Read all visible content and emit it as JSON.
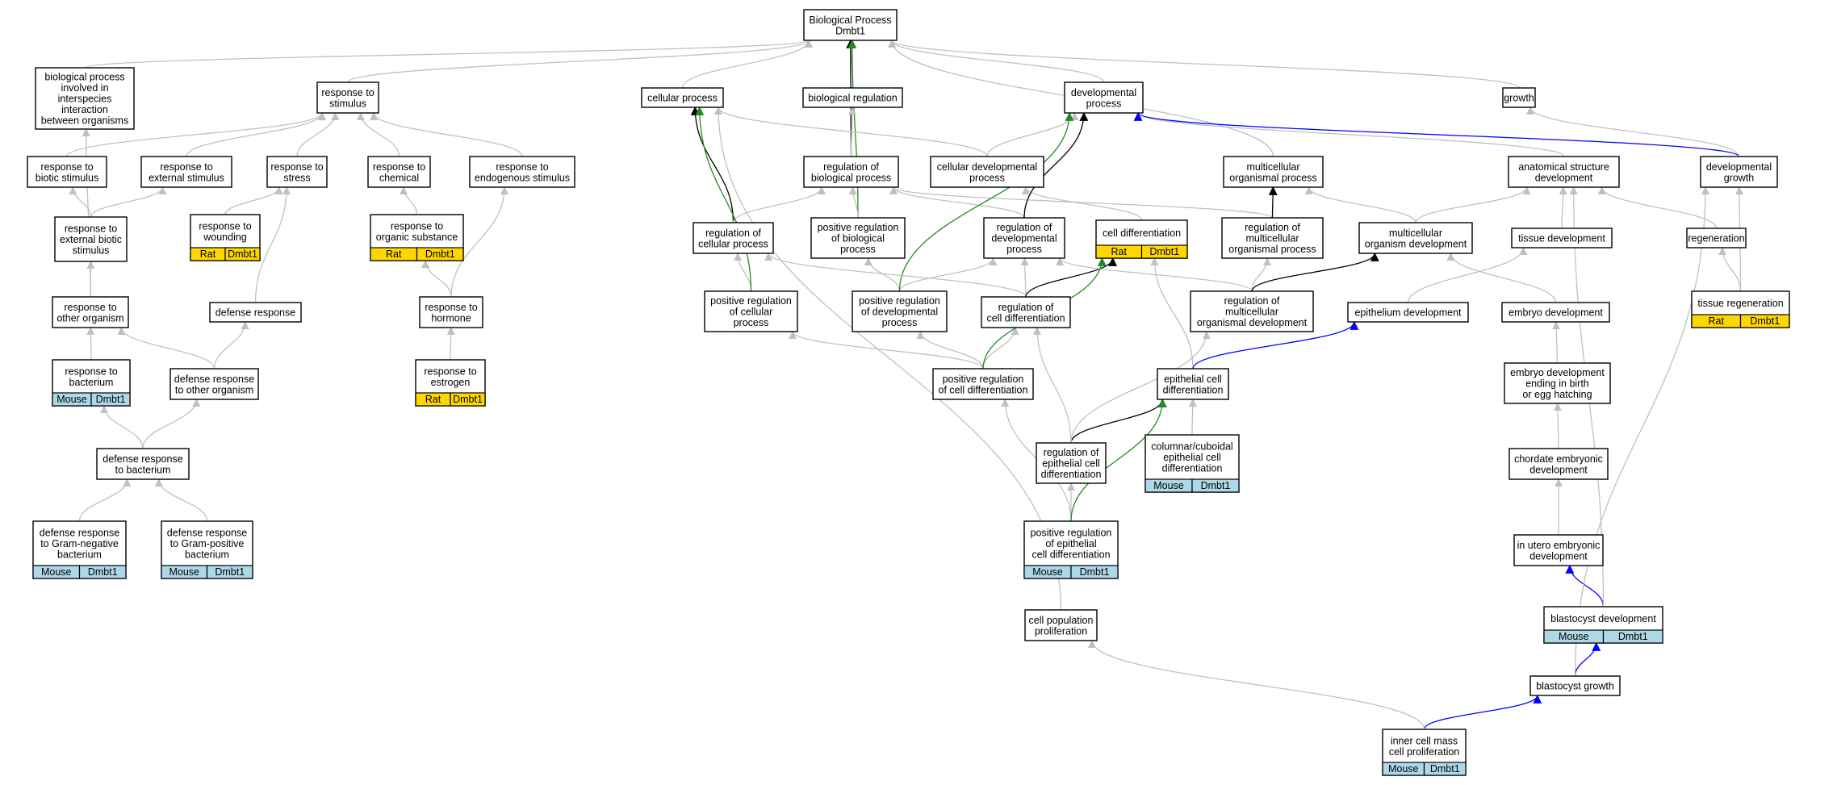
{
  "colors": {
    "rat": "#FFD700",
    "mouse": "#ADD8E6",
    "edge_default": "#C0C0C0",
    "edge_is_a_black": "#000000",
    "edge_positive": "#228B22",
    "edge_blue": "#0000FF",
    "node_border": "#000000",
    "node_fill": "#FFFFFF"
  },
  "nodes": [
    {
      "id": "bp",
      "lines": [
        "Biological Process",
        "Dmbt1"
      ]
    },
    {
      "id": "bpii",
      "lines": [
        "biological process",
        "involved in",
        "interspecies",
        "interaction",
        "between organisms"
      ]
    },
    {
      "id": "rts",
      "lines": [
        "response to",
        "stimulus"
      ]
    },
    {
      "id": "cp",
      "lines": [
        "cellular process"
      ]
    },
    {
      "id": "breg",
      "lines": [
        "biological regulation"
      ]
    },
    {
      "id": "dp",
      "lines": [
        "developmental",
        "process"
      ]
    },
    {
      "id": "growth",
      "lines": [
        "growth"
      ]
    },
    {
      "id": "rbs",
      "lines": [
        "response to",
        "biotic stimulus"
      ]
    },
    {
      "id": "res",
      "lines": [
        "response to",
        "external stimulus"
      ]
    },
    {
      "id": "rstress",
      "lines": [
        "response to",
        "stress"
      ]
    },
    {
      "id": "rchem",
      "lines": [
        "response to",
        "chemical"
      ]
    },
    {
      "id": "rendo",
      "lines": [
        "response to",
        "endogenous stimulus"
      ]
    },
    {
      "id": "rbp",
      "lines": [
        "regulation of",
        "biological process"
      ]
    },
    {
      "id": "cdp",
      "lines": [
        "cellular developmental",
        "process"
      ]
    },
    {
      "id": "mop",
      "lines": [
        "multicellular",
        "organismal process"
      ]
    },
    {
      "id": "asd",
      "lines": [
        "anatomical structure",
        "development"
      ]
    },
    {
      "id": "dg",
      "lines": [
        "developmental",
        "growth"
      ]
    },
    {
      "id": "rwound",
      "lines": [
        "response to",
        "wounding"
      ],
      "annot": [
        "Rat",
        "Dmbt1"
      ],
      "species": "rat"
    },
    {
      "id": "rebs",
      "lines": [
        "response to",
        "external biotic",
        "stimulus"
      ]
    },
    {
      "id": "ros",
      "lines": [
        "response to",
        "organic substance"
      ],
      "annot": [
        "Rat",
        "Dmbt1"
      ],
      "species": "rat"
    },
    {
      "id": "rcp",
      "lines": [
        "regulation of",
        "cellular process"
      ]
    },
    {
      "id": "prbp",
      "lines": [
        "positive regulation",
        "of biological",
        "process"
      ]
    },
    {
      "id": "rdp",
      "lines": [
        "regulation of",
        "developmental",
        "process"
      ]
    },
    {
      "id": "celldiff",
      "lines": [
        "cell differentiation"
      ],
      "annot": [
        "Rat",
        "Dmbt1"
      ],
      "species": "rat"
    },
    {
      "id": "rmop",
      "lines": [
        "regulation of",
        "multicellular",
        "organismal process"
      ]
    },
    {
      "id": "mod",
      "lines": [
        "multicellular",
        "organism development"
      ]
    },
    {
      "id": "tdev",
      "lines": [
        "tissue development"
      ]
    },
    {
      "id": "regen",
      "lines": [
        "regeneration"
      ]
    },
    {
      "id": "rto",
      "lines": [
        "response to",
        "other organism"
      ]
    },
    {
      "id": "defr",
      "lines": [
        "defense response"
      ]
    },
    {
      "id": "rhorm",
      "lines": [
        "response to",
        "hormone"
      ]
    },
    {
      "id": "prcp",
      "lines": [
        "positive regulation",
        "of cellular",
        "process"
      ]
    },
    {
      "id": "prdp",
      "lines": [
        "positive regulation",
        "of developmental",
        "process"
      ]
    },
    {
      "id": "rcd",
      "lines": [
        "regulation of",
        "cell differentiation"
      ]
    },
    {
      "id": "rmod",
      "lines": [
        "regulation of",
        "multicellular",
        "organismal development"
      ]
    },
    {
      "id": "epid",
      "lines": [
        "epithelium development"
      ]
    },
    {
      "id": "embd",
      "lines": [
        "embryo development"
      ]
    },
    {
      "id": "treg",
      "lines": [
        "tissue regeneration"
      ],
      "annot": [
        "Rat",
        "Dmbt1"
      ],
      "species": "rat"
    },
    {
      "id": "rbact",
      "lines": [
        "response to",
        "bacterium"
      ],
      "annot": [
        "Mouse",
        "Dmbt1"
      ],
      "species": "mouse"
    },
    {
      "id": "drto",
      "lines": [
        "defense response",
        "to other organism"
      ]
    },
    {
      "id": "restr",
      "lines": [
        "response to",
        "estrogen"
      ],
      "annot": [
        "Rat",
        "Dmbt1"
      ],
      "species": "rat"
    },
    {
      "id": "prcd",
      "lines": [
        "positive regulation",
        "of cell differentiation"
      ]
    },
    {
      "id": "ecd",
      "lines": [
        "epithelial cell",
        "differentiation"
      ]
    },
    {
      "id": "edeb",
      "lines": [
        "embryo development",
        "ending in birth",
        "or egg hatching"
      ]
    },
    {
      "id": "drb",
      "lines": [
        "defense response",
        "to bacterium"
      ]
    },
    {
      "id": "recd",
      "lines": [
        "regulation of",
        "epithelial cell",
        "differentiation"
      ]
    },
    {
      "id": "ccecd",
      "lines": [
        "columnar/cuboidal",
        "epithelial cell",
        "differentiation"
      ],
      "annot": [
        "Mouse",
        "Dmbt1"
      ],
      "species": "mouse"
    },
    {
      "id": "ced",
      "lines": [
        "chordate embryonic",
        "development"
      ]
    },
    {
      "id": "drgn",
      "lines": [
        "defense response",
        "to Gram-negative",
        "bacterium"
      ],
      "annot": [
        "Mouse",
        "Dmbt1"
      ],
      "species": "mouse"
    },
    {
      "id": "drgp",
      "lines": [
        "defense response",
        "to Gram-positive",
        "bacterium"
      ],
      "annot": [
        "Mouse",
        "Dmbt1"
      ],
      "species": "mouse"
    },
    {
      "id": "precd",
      "lines": [
        "positive regulation",
        "of epithelial",
        "cell differentiation"
      ],
      "annot": [
        "Mouse",
        "Dmbt1"
      ],
      "species": "mouse"
    },
    {
      "id": "iued",
      "lines": [
        "in utero embryonic",
        "development"
      ]
    },
    {
      "id": "cpp",
      "lines": [
        "cell population",
        "proliferation"
      ]
    },
    {
      "id": "bdev",
      "lines": [
        "blastocyst development"
      ],
      "annot": [
        "Mouse",
        "Dmbt1"
      ],
      "species": "mouse"
    },
    {
      "id": "bgrow",
      "lines": [
        "blastocyst growth"
      ]
    },
    {
      "id": "icm",
      "lines": [
        "inner cell mass",
        "cell proliferation"
      ],
      "annot": [
        "Mouse",
        "Dmbt1"
      ],
      "species": "mouse"
    }
  ],
  "edges": [
    {
      "from": "bpii",
      "to": "bp",
      "kind": "default"
    },
    {
      "from": "rts",
      "to": "bp",
      "kind": "default"
    },
    {
      "from": "cp",
      "to": "bp",
      "kind": "default"
    },
    {
      "from": "breg",
      "to": "bp",
      "kind": "default"
    },
    {
      "from": "dp",
      "to": "bp",
      "kind": "default"
    },
    {
      "from": "growth",
      "to": "bp",
      "kind": "default"
    },
    {
      "from": "mop",
      "to": "bp",
      "kind": "default"
    },
    {
      "from": "rbp",
      "to": "bp",
      "kind": "is_a_black"
    },
    {
      "from": "prbp",
      "to": "bp",
      "kind": "positive"
    },
    {
      "from": "rbs",
      "to": "rts",
      "kind": "default"
    },
    {
      "from": "res",
      "to": "rts",
      "kind": "default"
    },
    {
      "from": "rstress",
      "to": "rts",
      "kind": "default"
    },
    {
      "from": "rchem",
      "to": "rts",
      "kind": "default"
    },
    {
      "from": "rendo",
      "to": "rts",
      "kind": "default"
    },
    {
      "from": "rebs",
      "to": "rbs",
      "kind": "default"
    },
    {
      "from": "rebs",
      "to": "res",
      "kind": "default"
    },
    {
      "from": "rwound",
      "to": "rstress",
      "kind": "default"
    },
    {
      "from": "defr",
      "to": "rstress",
      "kind": "default"
    },
    {
      "from": "ros",
      "to": "rchem",
      "kind": "default"
    },
    {
      "from": "rto",
      "to": "rebs",
      "kind": "default"
    },
    {
      "from": "rto",
      "to": "bpii",
      "kind": "default"
    },
    {
      "from": "rhorm",
      "to": "ros",
      "kind": "default"
    },
    {
      "from": "rhorm",
      "to": "rendo",
      "kind": "default"
    },
    {
      "from": "rbact",
      "to": "rto",
      "kind": "default"
    },
    {
      "from": "drto",
      "to": "rto",
      "kind": "default"
    },
    {
      "from": "drto",
      "to": "defr",
      "kind": "default"
    },
    {
      "from": "restr",
      "to": "rhorm",
      "kind": "default"
    },
    {
      "from": "drb",
      "to": "rbact",
      "kind": "default"
    },
    {
      "from": "drb",
      "to": "drto",
      "kind": "default"
    },
    {
      "from": "drgn",
      "to": "drb",
      "kind": "default"
    },
    {
      "from": "drgp",
      "to": "drb",
      "kind": "default"
    },
    {
      "from": "rbp",
      "to": "breg",
      "kind": "default"
    },
    {
      "from": "rcp",
      "to": "cp",
      "kind": "is_a_black"
    },
    {
      "from": "rcp",
      "to": "rbp",
      "kind": "default"
    },
    {
      "from": "prbp",
      "to": "rbp",
      "kind": "default"
    },
    {
      "from": "rdp",
      "to": "rbp",
      "kind": "default"
    },
    {
      "from": "rmop",
      "to": "rbp",
      "kind": "default"
    },
    {
      "from": "cdp",
      "to": "cp",
      "kind": "default"
    },
    {
      "from": "cdp",
      "to": "dp",
      "kind": "default"
    },
    {
      "from": "celldiff",
      "to": "cdp",
      "kind": "default"
    },
    {
      "from": "rdp",
      "to": "dp",
      "kind": "is_a_black"
    },
    {
      "from": "mop",
      "to": "mop",
      "kind": "none"
    },
    {
      "from": "asd",
      "to": "dp",
      "kind": "default"
    },
    {
      "from": "dg",
      "to": "dp",
      "kind": "blue"
    },
    {
      "from": "dg",
      "to": "growth",
      "kind": "default"
    },
    {
      "from": "mod",
      "to": "mop",
      "kind": "default"
    },
    {
      "from": "mod",
      "to": "asd",
      "kind": "default"
    },
    {
      "from": "rmop",
      "to": "mop",
      "kind": "is_a_black"
    },
    {
      "from": "tdev",
      "to": "asd",
      "kind": "default"
    },
    {
      "from": "regen",
      "to": "asd",
      "kind": "default"
    },
    {
      "from": "treg",
      "to": "regen",
      "kind": "default"
    },
    {
      "from": "treg",
      "to": "dg",
      "kind": "default"
    },
    {
      "from": "prcp",
      "to": "rcp",
      "kind": "default"
    },
    {
      "from": "prcp",
      "to": "cp",
      "kind": "positive"
    },
    {
      "from": "prdp",
      "to": "prbp",
      "kind": "default"
    },
    {
      "from": "prdp",
      "to": "rdp",
      "kind": "default"
    },
    {
      "from": "prdp",
      "to": "dp",
      "kind": "positive"
    },
    {
      "from": "rcd",
      "to": "rdp",
      "kind": "default"
    },
    {
      "from": "rcd",
      "to": "rcp",
      "kind": "default"
    },
    {
      "from": "rcd",
      "to": "celldiff",
      "kind": "is_a_black"
    },
    {
      "from": "rmod",
      "to": "rdp",
      "kind": "default"
    },
    {
      "from": "rmod",
      "to": "rmop",
      "kind": "default"
    },
    {
      "from": "rmod",
      "to": "mod",
      "kind": "is_a_black"
    },
    {
      "from": "epid",
      "to": "tdev",
      "kind": "default"
    },
    {
      "from": "embd",
      "to": "mod",
      "kind": "default"
    },
    {
      "from": "prcd",
      "to": "rcd",
      "kind": "default"
    },
    {
      "from": "prcd",
      "to": "prcp",
      "kind": "default"
    },
    {
      "from": "prcd",
      "to": "prdp",
      "kind": "default"
    },
    {
      "from": "prcd",
      "to": "celldiff",
      "kind": "positive"
    },
    {
      "from": "ecd",
      "to": "celldiff",
      "kind": "default"
    },
    {
      "from": "ecd",
      "to": "epid",
      "kind": "blue"
    },
    {
      "from": "edeb",
      "to": "embd",
      "kind": "default"
    },
    {
      "from": "recd",
      "to": "rcd",
      "kind": "default"
    },
    {
      "from": "recd",
      "to": "ecd",
      "kind": "is_a_black"
    },
    {
      "from": "recd",
      "to": "rmod",
      "kind": "default"
    },
    {
      "from": "ccecd",
      "to": "ecd",
      "kind": "default"
    },
    {
      "from": "ced",
      "to": "edeb",
      "kind": "default"
    },
    {
      "from": "precd",
      "to": "recd",
      "kind": "default"
    },
    {
      "from": "precd",
      "to": "prcd",
      "kind": "default"
    },
    {
      "from": "precd",
      "to": "ecd",
      "kind": "positive"
    },
    {
      "from": "iued",
      "to": "ced",
      "kind": "default"
    },
    {
      "from": "cpp",
      "to": "cp",
      "kind": "default"
    },
    {
      "from": "bdev",
      "to": "iued",
      "kind": "blue"
    },
    {
      "from": "bdev",
      "to": "asd",
      "kind": "default"
    },
    {
      "from": "bgrow",
      "to": "bdev",
      "kind": "blue"
    },
    {
      "from": "bgrow",
      "to": "dg",
      "kind": "default"
    },
    {
      "from": "icm",
      "to": "bgrow",
      "kind": "blue"
    },
    {
      "from": "icm",
      "to": "cpp",
      "kind": "default"
    }
  ]
}
